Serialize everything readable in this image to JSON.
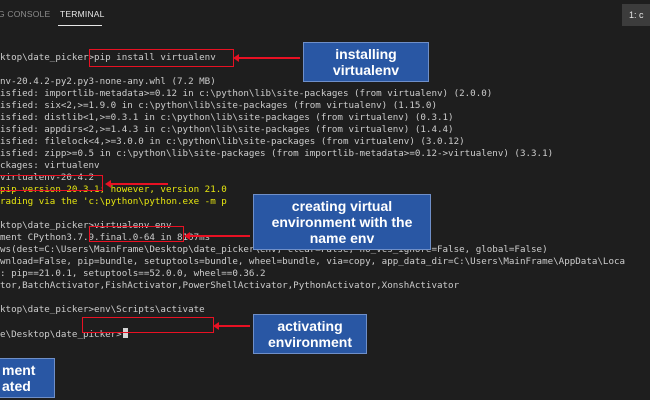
{
  "panel": {
    "tabs": [
      {
        "label": "G CONSOLE"
      },
      {
        "label": "TERMINAL"
      }
    ],
    "terminal_selector": "1: c"
  },
  "terminal": {
    "lines": [
      "ktop\\date_picker>pip install virtualenv",
      "",
      "nv-20.4.2-py2.py3-none-any.whl (7.2 MB)",
      "isfied: importlib-metadata>=0.12 in c:\\python\\lib\\site-packages (from virtualenv) (2.0.0)",
      "isfied: six<2,>=1.9.0 in c:\\python\\lib\\site-packages (from virtualenv) (1.15.0)",
      "isfied: distlib<1,>=0.3.1 in c:\\python\\lib\\site-packages (from virtualenv) (0.3.1)",
      "isfied: appdirs<2,>=1.4.3 in c:\\python\\lib\\site-packages (from virtualenv) (1.4.4)",
      "isfied: filelock<4,>=3.0.0 in c:\\python\\lib\\site-packages (from virtualenv) (3.0.12)",
      "isfied: zipp>=0.5 in c:\\python\\lib\\site-packages (from importlib-metadata>=0.12->virtualenv) (3.3.1)",
      "ckages: virtualenv",
      "virtualenv-20.4.2",
      "pip version 20.3.1; however, version 21.0",
      "rading via the 'c:\\python\\python.exe -m p",
      "",
      "ktop\\date_picker>virtualenv env",
      "ment CPython3.7.9.final.0-64 in 8107ms",
      "ws(dest=C:\\Users\\MainFrame\\Desktop\\date_picker\\env, clear=False, no_vcs_ignore=False, global=False)",
      "wnload=False, pip=bundle, setuptools=bundle, wheel=bundle, via=copy, app_data_dir=C:\\Users\\MainFrame\\AppData\\Loca",
      ": pip==21.0.1, setuptools==52.0.0, wheel==0.36.2",
      "tor,BatchActivator,FishActivator,PowerShellActivator,PythonActivator,XonshActivator",
      "",
      "ktop\\date_picker>env\\Scripts\\activate",
      "",
      "e\\Desktop\\date_picker>"
    ]
  },
  "callouts": {
    "installing": "installing\nvirtualenv",
    "creating": "creating virtual\nenvironment with the\nname env",
    "activating": "activating\nenvironment",
    "activated": "ment\nated"
  },
  "colors": {
    "background": "#1e1e1e",
    "terminal_text": "#cccccc",
    "warning_text": "#e5e510",
    "highlight": "#e81123",
    "callout_fill": "#2957a4"
  }
}
